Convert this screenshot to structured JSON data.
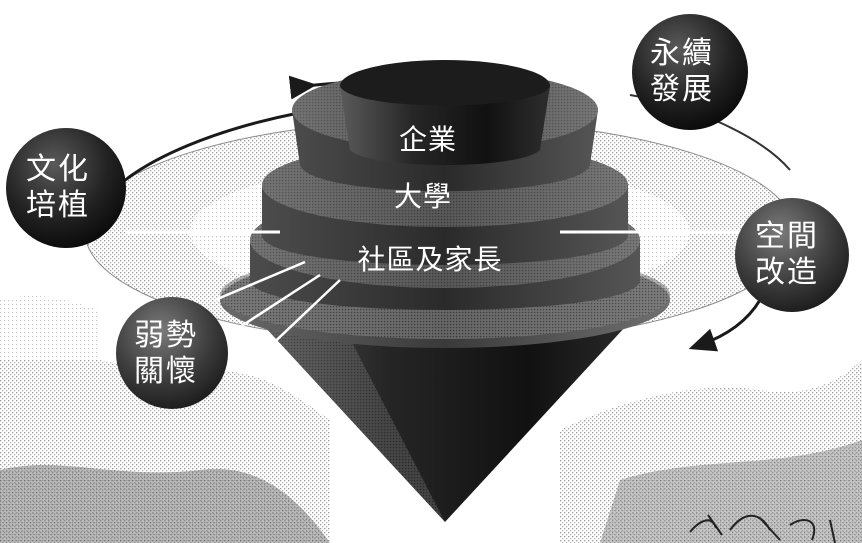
{
  "diagram": {
    "layers": {
      "enterprise": "企業",
      "university": "大學",
      "community": "社區及家長"
    },
    "bubbles": {
      "sustainable": [
        "永續",
        "發展"
      ],
      "culture": [
        "文化",
        "培植"
      ],
      "space": [
        "空間",
        "改造"
      ],
      "disadvantaged": [
        "弱勢",
        "關懷"
      ]
    },
    "colors": {
      "ring_light": "#b9b9b9",
      "ring_dark": "#6e6e6e",
      "cone_dark": "#1f1f1f",
      "bubble": "#202020"
    }
  }
}
